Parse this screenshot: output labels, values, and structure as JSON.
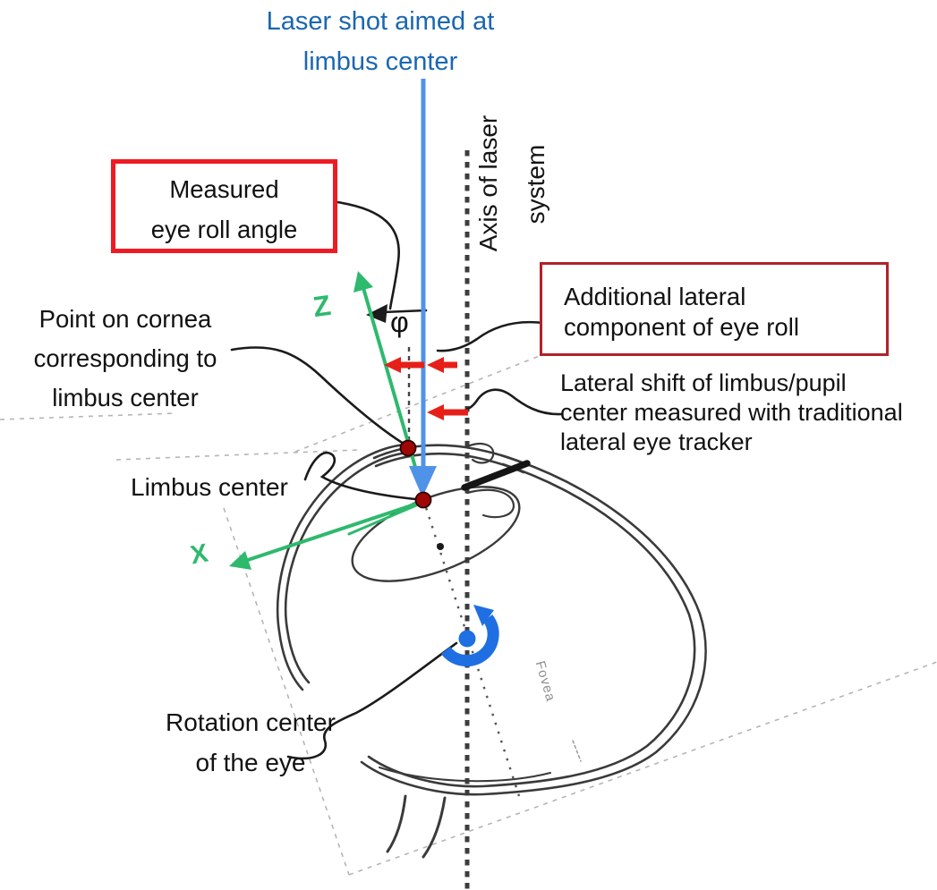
{
  "title": {
    "line1": "Laser shot aimed at",
    "line2": "limbus center"
  },
  "laser_axis_label": {
    "line1": "Axis of laser",
    "line2": "system"
  },
  "callouts": {
    "measured_eye_roll": {
      "line1": "Measured",
      "line2": "eye roll angle"
    },
    "additional_lateral": {
      "line1": "Additional lateral",
      "line2": "component of eye roll"
    },
    "lateral_shift": {
      "line1": "Lateral shift of limbus/pupil",
      "line2": "center measured with traditional",
      "line3": "lateral eye tracker"
    },
    "point_on_cornea": {
      "line1": "Point on cornea",
      "line2": "corresponding to",
      "line3": "limbus center"
    },
    "limbus_center": "Limbus center",
    "rotation_center": {
      "line1": "Rotation center",
      "line2": "of the eye"
    }
  },
  "annotations": {
    "phi": "φ",
    "axis_z": "Z",
    "axis_x": "X",
    "fovea": "Fovea"
  },
  "colors": {
    "title_blue": "#1b67b0",
    "laser_blue": "#4f93e8",
    "rotation_blue": "#1f6fe3",
    "axis_green": "#2eb96d",
    "outline_red_primary": "#ee1b24",
    "outline_red_secondary": "#b0222b",
    "arrow_red": "#e62019",
    "marker_dark_red": "#9f0606",
    "sketch_black": "#3a3a3a",
    "construction_gray": "#b5b5b5",
    "fovea_gray": "#8f8f8f"
  }
}
